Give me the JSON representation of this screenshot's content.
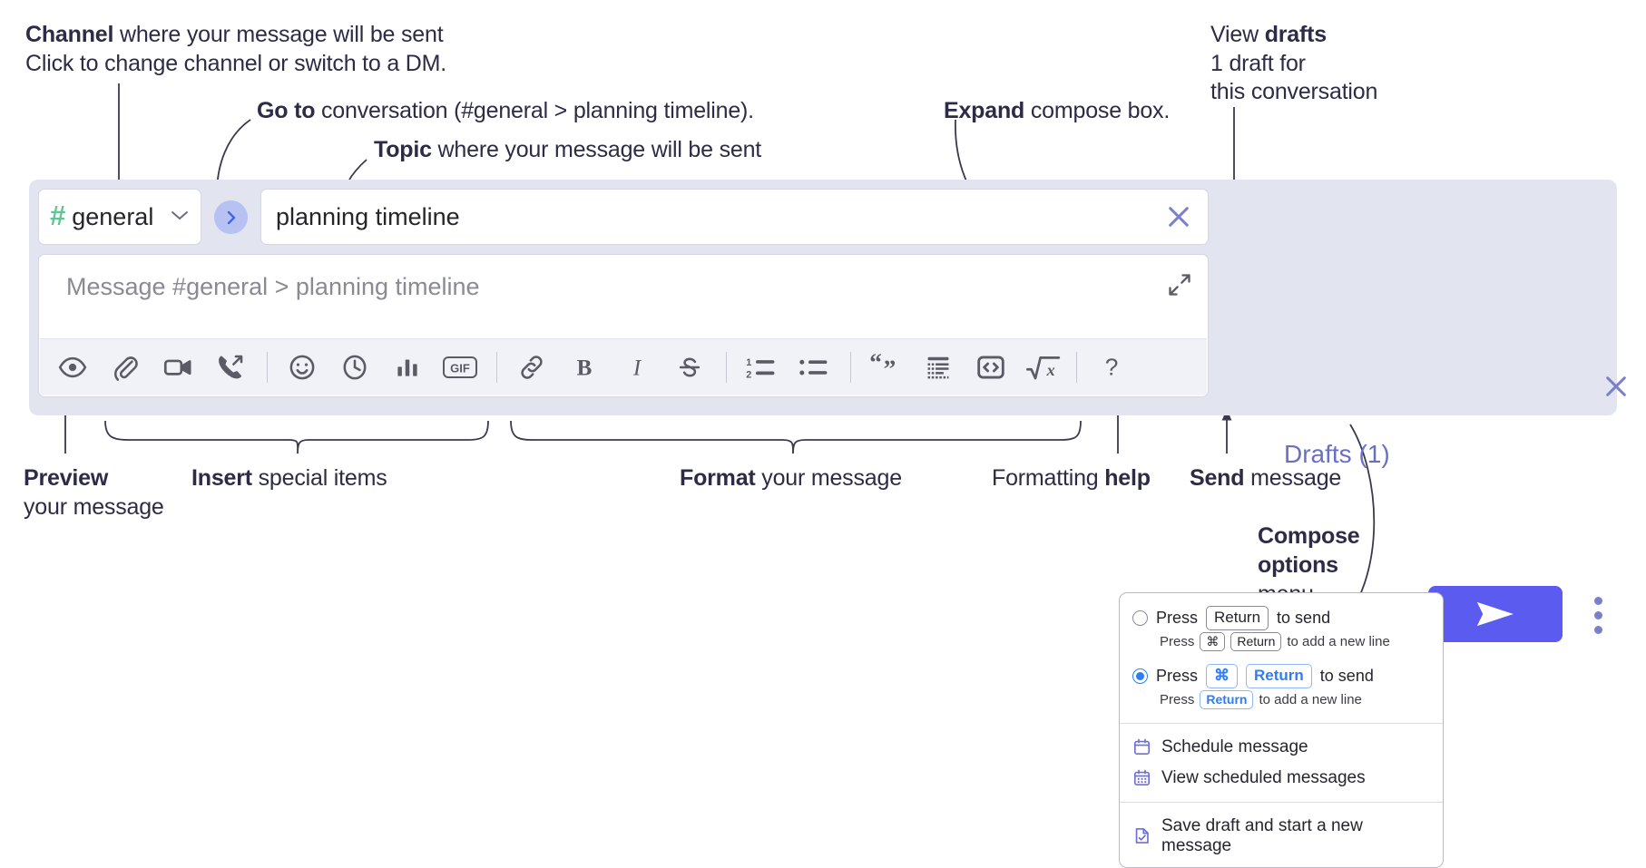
{
  "annotations": {
    "channel": {
      "strong": "Channel",
      "rest": " where your message will be sent",
      "sub": "Click to change channel or switch to a DM."
    },
    "goto": {
      "strong": "Go to",
      "rest": " conversation (#general > planning timeline)."
    },
    "topic": {
      "strong": "Topic",
      "rest": " where your message will be sent"
    },
    "expand": {
      "strong": "Expand",
      "rest": " compose box."
    },
    "drafts": {
      "lead": "View ",
      "strong": "drafts",
      "sub_line1": "1 draft for",
      "sub_line2": "this conversation"
    },
    "preview": {
      "strong": "Preview",
      "line2": "your message"
    },
    "insert": {
      "strong": "Insert",
      "rest": " special items"
    },
    "format": {
      "strong": "Format",
      "rest": " your message"
    },
    "help": {
      "lead": "Formatting ",
      "strong": "help"
    },
    "send": {
      "strong": "Send",
      "rest": " message"
    },
    "compose_options": {
      "line1": "Compose",
      "line2": "options",
      "line3": "menu"
    }
  },
  "compose": {
    "channel_name": "general",
    "channel_hash": "#",
    "chevron_icon": "chevron-down-icon",
    "goto_icon": "chevron-right-icon",
    "topic_value": "planning timeline",
    "topic_clear_icon": "close-icon",
    "message_placeholder": "Message #general > planning timeline",
    "expand_icon": "expand-icon",
    "drafts_label": "Drafts (1)",
    "panel_close_icon": "close-icon",
    "send_icon": "send-paper-plane-icon",
    "options_icon": "kebab-menu-icon",
    "toolbar": [
      {
        "name": "preview-icon",
        "label": "Preview"
      },
      {
        "name": "attachment-icon",
        "label": "Attach file"
      },
      {
        "name": "video-icon",
        "label": "Video clip"
      },
      {
        "name": "phone-forward-icon",
        "label": "Huddle"
      },
      {
        "name": "separator",
        "label": ""
      },
      {
        "name": "emoji-icon",
        "label": "Emoji"
      },
      {
        "name": "clock-icon",
        "label": "Reminder"
      },
      {
        "name": "poll-icon",
        "label": "Poll"
      },
      {
        "name": "gif-icon",
        "label": "GIF"
      },
      {
        "name": "separator",
        "label": ""
      },
      {
        "name": "link-icon",
        "label": "Link"
      },
      {
        "name": "bold-icon",
        "label": "Bold"
      },
      {
        "name": "italic-icon",
        "label": "Italic"
      },
      {
        "name": "strikethrough-icon",
        "label": "Strikethrough"
      },
      {
        "name": "separator",
        "label": ""
      },
      {
        "name": "ordered-list-icon",
        "label": "Ordered list"
      },
      {
        "name": "bulleted-list-icon",
        "label": "Bulleted list"
      },
      {
        "name": "separator",
        "label": ""
      },
      {
        "name": "blockquote-icon",
        "label": "Blockquote"
      },
      {
        "name": "code-block-icon",
        "label": "Code block"
      },
      {
        "name": "inline-code-icon",
        "label": "Code"
      },
      {
        "name": "math-icon",
        "label": "Math"
      },
      {
        "name": "separator",
        "label": ""
      },
      {
        "name": "help-icon",
        "label": "Formatting help"
      }
    ],
    "gif_label": "GIF",
    "help_label": "?",
    "ordered_one": "1",
    "ordered_two": "2"
  },
  "options_menu": {
    "choice_1": {
      "selected": false,
      "press": "Press",
      "key": "Return",
      "tail": "to send",
      "sub_press": "Press",
      "sub_key1": "⌘",
      "sub_key2": "Return",
      "sub_tail": "to add a new line"
    },
    "choice_2": {
      "selected": true,
      "press": "Press",
      "key1": "⌘",
      "key2": "Return",
      "tail": "to send",
      "sub_press": "Press",
      "sub_key": "Return",
      "sub_tail": "to add a new line"
    },
    "items": [
      {
        "icon": "calendar-schedule-icon",
        "label": "Schedule message"
      },
      {
        "icon": "calendar-grid-icon",
        "label": "View scheduled messages"
      },
      {
        "icon": "save-draft-icon",
        "label": "Save draft and start a new message"
      }
    ]
  },
  "colors": {
    "panel_bg": "#e2e4f0",
    "accent_send": "#5b5bef",
    "drafts_text": "#6a6fc6",
    "channel_hash": "#62c496",
    "goto_bubble": "#b7c1f2",
    "text": "#2d2b45",
    "kbd_blue": "#2f7df6"
  }
}
